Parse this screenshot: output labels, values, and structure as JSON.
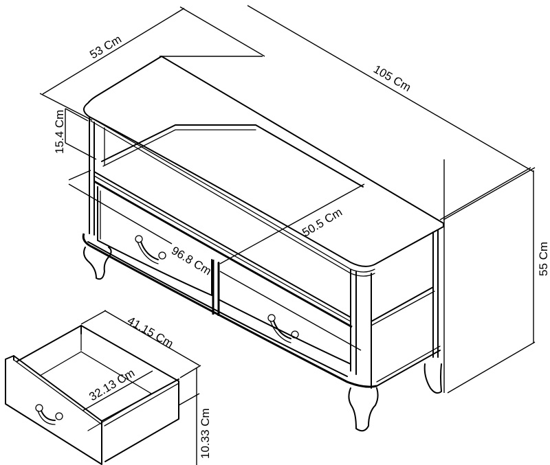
{
  "diagram": {
    "subject": "TV cabinet with two drawers, open shelf, and detached drawer detail",
    "dimensions": {
      "depth": "53 Cm",
      "width": "105 Cm",
      "height": "55 Cm",
      "shelf_height": "15.4 Cm",
      "inner_depth": "50.5 Cm",
      "inner_width": "96.8 Cm"
    },
    "drawer_detail": {
      "outer_depth": "41.15 Cm",
      "inner_width": "32.13 Cm",
      "height": "10.33 Cm"
    },
    "colors": {
      "line": "#000000",
      "background": "#ffffff"
    }
  }
}
